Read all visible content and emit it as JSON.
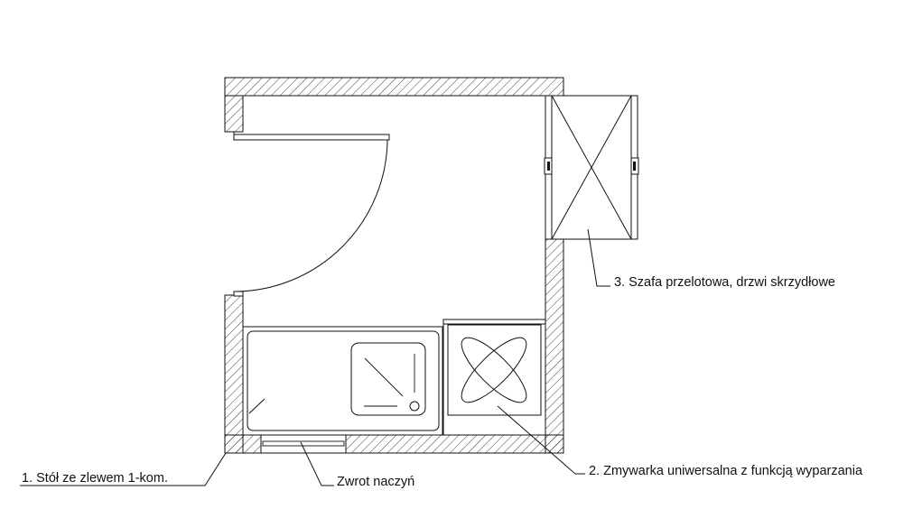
{
  "labels": {
    "item1": "1. Stół ze zlewem 1-kom.",
    "return": "Zwrot naczyń",
    "item2": "2. Zmywarka uniwersalna z funkcją wyparzania",
    "item3": "3. Szafa przelotowa, drzwi skrzydłowe"
  },
  "colors": {
    "line": "#111111",
    "background": "#ffffff"
  }
}
